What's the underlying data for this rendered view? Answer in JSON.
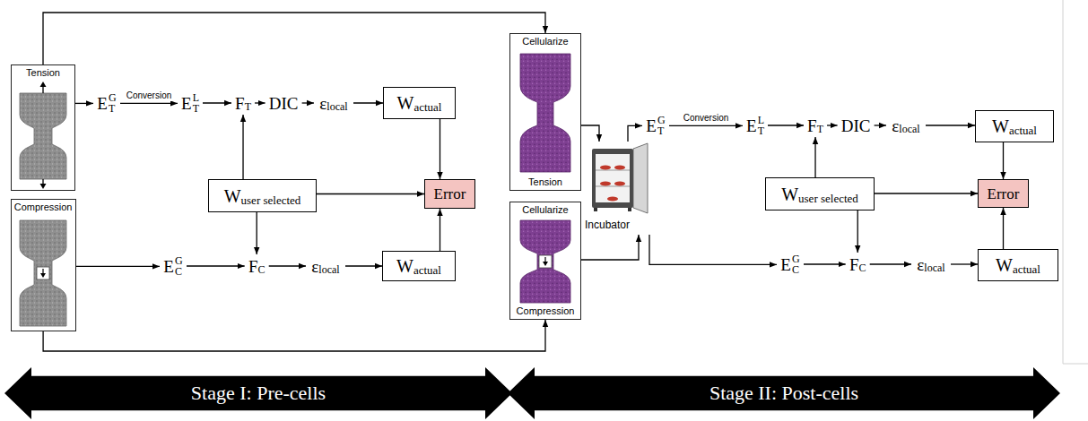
{
  "diagram": {
    "nodes": [
      {
        "text": [
          "Tension"
        ]
      },
      {
        "text": [
          "Compression"
        ]
      },
      {
        "text": [
          "E",
          "T",
          "G"
        ]
      },
      {
        "text": [
          "E",
          "T",
          "L"
        ]
      },
      {
        "text": [
          "F",
          "T"
        ]
      },
      {
        "text": [
          "DIC"
        ]
      },
      {
        "text": [
          "ε",
          "local"
        ]
      },
      {
        "text": [
          "W",
          "actual"
        ]
      },
      {
        "text": [
          "W",
          "user selected"
        ]
      },
      {
        "text": [
          "Error"
        ]
      },
      {
        "text": [
          "E",
          "C",
          "G"
        ]
      },
      {
        "text": [
          "F",
          "C"
        ]
      },
      {
        "text": [
          "ε",
          "local"
        ]
      },
      {
        "text": [
          "W",
          "actual"
        ]
      },
      {
        "text": [
          "Cellularize",
          "Tension"
        ]
      },
      {
        "text": [
          "Cellularize",
          "Compression"
        ]
      },
      {
        "text": [
          "Incubator"
        ]
      },
      {
        "text": [
          "E",
          "T",
          "G"
        ]
      },
      {
        "text": [
          "E",
          "T",
          "L"
        ]
      },
      {
        "text": [
          "F",
          "T"
        ]
      },
      {
        "text": [
          "DIC"
        ]
      },
      {
        "text": [
          "ε",
          "local"
        ]
      },
      {
        "text": [
          "W",
          "actual"
        ]
      },
      {
        "text": [
          "W",
          "user selected"
        ]
      },
      {
        "text": [
          "Error"
        ]
      },
      {
        "text": [
          "E",
          "C",
          "G"
        ]
      },
      {
        "text": [
          "F",
          "C"
        ]
      },
      {
        "text": [
          "ε",
          "local"
        ]
      },
      {
        "text": [
          "W",
          "actual"
        ]
      },
      {
        "text": [
          "Stage I: Pre-cells"
        ]
      },
      {
        "text": [
          "Stage II: Post-cells"
        ]
      }
    ],
    "edges": [
      {
        "from": 0,
        "to": 2,
        "arrow": "to"
      },
      {
        "from": 2,
        "to": 3,
        "label": "Conversion",
        "arrow": "to"
      },
      {
        "from": 3,
        "to": 4,
        "arrow": "to"
      },
      {
        "from": 4,
        "to": 5,
        "arrow": "to"
      },
      {
        "from": 5,
        "to": 6,
        "arrow": "to"
      },
      {
        "from": 6,
        "to": 7,
        "arrow": "to"
      },
      {
        "from": 8,
        "to": 4,
        "arrow": "to"
      },
      {
        "from": 8,
        "to": 11,
        "arrow": "to"
      },
      {
        "from": 8,
        "to": 9,
        "arrow": "to"
      },
      {
        "from": 7,
        "to": 9,
        "arrow": "to"
      },
      {
        "from": 13,
        "to": 9,
        "arrow": "to"
      },
      {
        "from": 1,
        "to": 10,
        "arrow": "to"
      },
      {
        "from": 10,
        "to": 11,
        "arrow": "to"
      },
      {
        "from": 11,
        "to": 12,
        "arrow": "to"
      },
      {
        "from": 12,
        "to": 13,
        "arrow": "to"
      },
      {
        "from": 0,
        "to": 14,
        "arrow": "to"
      },
      {
        "from": 1,
        "to": 15,
        "arrow": "to"
      },
      {
        "from": 14,
        "to": 16,
        "arrow": "to"
      },
      {
        "from": 15,
        "to": 16,
        "arrow": "to"
      },
      {
        "from": 16,
        "to": 17,
        "arrow": "to"
      },
      {
        "from": 16,
        "to": 25,
        "arrow": "to"
      },
      {
        "from": 17,
        "to": 18,
        "label": "Conversion",
        "arrow": "to"
      },
      {
        "from": 18,
        "to": 19,
        "arrow": "to"
      },
      {
        "from": 19,
        "to": 20,
        "arrow": "to"
      },
      {
        "from": 20,
        "to": 21,
        "arrow": "to"
      },
      {
        "from": 21,
        "to": 22,
        "arrow": "to"
      },
      {
        "from": 23,
        "to": 19,
        "arrow": "to"
      },
      {
        "from": 23,
        "to": 26,
        "arrow": "to"
      },
      {
        "from": 23,
        "to": 24,
        "arrow": "to"
      },
      {
        "from": 22,
        "to": 24,
        "arrow": "to"
      },
      {
        "from": 28,
        "to": 24,
        "arrow": "to"
      },
      {
        "from": 25,
        "to": 26,
        "arrow": "to"
      },
      {
        "from": 26,
        "to": 27,
        "arrow": "to"
      },
      {
        "from": 27,
        "to": 28,
        "arrow": "to"
      }
    ]
  }
}
